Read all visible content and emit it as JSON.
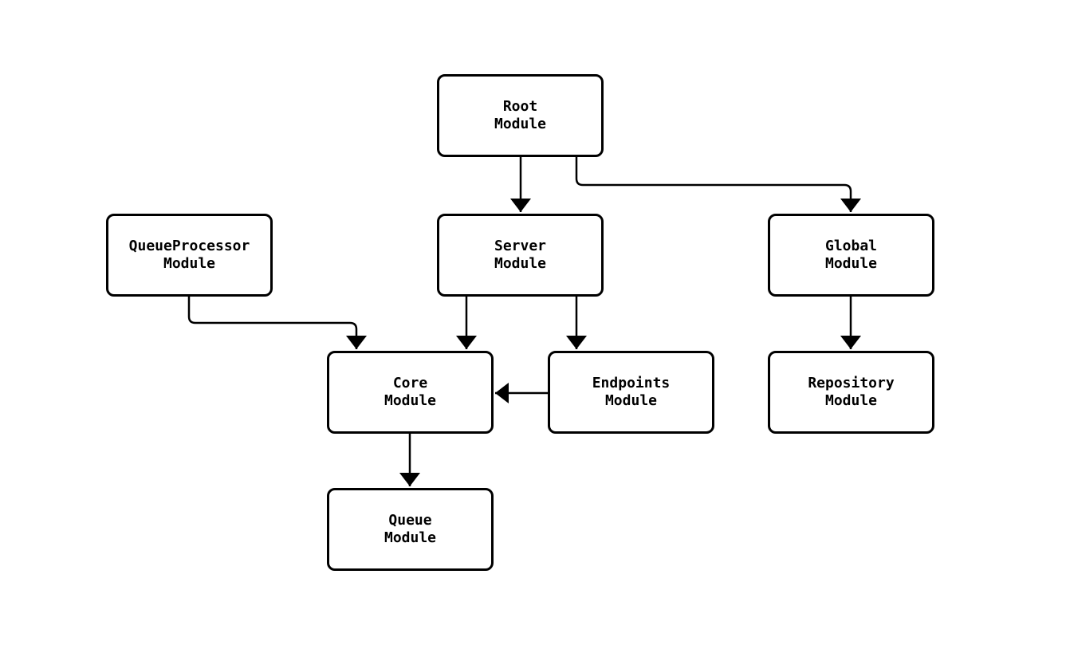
{
  "diagram": {
    "type": "module-dependency-flowchart",
    "background": "#ffffff",
    "colors": {
      "node_fill": "#ffffff",
      "node_border": "#000000",
      "text": "#000000",
      "edge": "#000000"
    },
    "nodes": {
      "root": {
        "label": "Root\nModule"
      },
      "queueprocessor": {
        "label": "QueueProcessor\nModule"
      },
      "server": {
        "label": "Server\nModule"
      },
      "global": {
        "label": "Global\nModule"
      },
      "core": {
        "label": "Core\nModule"
      },
      "endpoints": {
        "label": "Endpoints\nModule"
      },
      "repository": {
        "label": "Repository\nModule"
      },
      "queue": {
        "label": "Queue\nModule"
      }
    },
    "edges": [
      {
        "from": "Root Module",
        "to": "Server Module"
      },
      {
        "from": "Root Module",
        "to": "Global Module"
      },
      {
        "from": "QueueProcessor Module",
        "to": "Core Module"
      },
      {
        "from": "Server Module",
        "to": "Core Module"
      },
      {
        "from": "Server Module",
        "to": "Endpoints Module"
      },
      {
        "from": "Global Module",
        "to": "Repository Module"
      },
      {
        "from": "Endpoints Module",
        "to": "Core Module"
      },
      {
        "from": "Core Module",
        "to": "Queue Module"
      }
    ]
  }
}
